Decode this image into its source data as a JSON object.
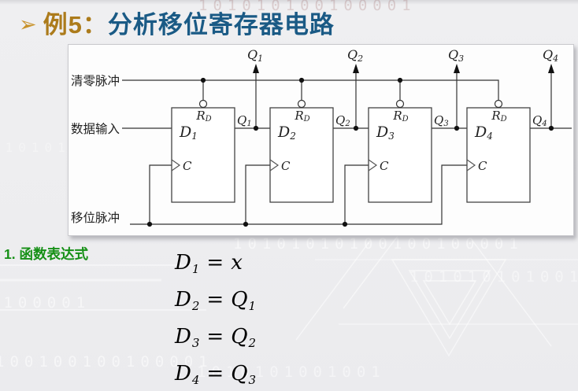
{
  "title": {
    "bullet": "➢",
    "example_label": "例5：",
    "heading": "分析移位寄存器电路"
  },
  "section": {
    "number_label": "1. 函数表达式"
  },
  "equations": [
    {
      "lhs": "D",
      "lhs_sub": "1",
      "eq": "=",
      "rhs": "x",
      "rhs_sub": ""
    },
    {
      "lhs": "D",
      "lhs_sub": "2",
      "eq": "=",
      "rhs": "Q",
      "rhs_sub": "1"
    },
    {
      "lhs": "D",
      "lhs_sub": "3",
      "eq": "=",
      "rhs": "Q",
      "rhs_sub": "2"
    },
    {
      "lhs": "D",
      "lhs_sub": "4",
      "eq": "=",
      "rhs": "Q",
      "rhs_sub": "3"
    }
  ],
  "circuit": {
    "clear_label": "清零脉冲",
    "data_label": "数据输入",
    "shift_label": "移位脉冲",
    "outputs": [
      {
        "base": "Q",
        "sub": "1"
      },
      {
        "base": "Q",
        "sub": "2"
      },
      {
        "base": "Q",
        "sub": "3"
      },
      {
        "base": "Q",
        "sub": "4"
      }
    ],
    "flipflops": [
      {
        "d_base": "D",
        "d_sub": "1",
        "r_base": "R",
        "r_sub": "D",
        "clock": "C",
        "q_base": "Q",
        "q_sub": "1"
      },
      {
        "d_base": "D",
        "d_sub": "2",
        "r_base": "R",
        "r_sub": "D",
        "clock": "C",
        "q_base": "Q",
        "q_sub": "2"
      },
      {
        "d_base": "D",
        "d_sub": "3",
        "r_base": "R",
        "r_sub": "D",
        "clock": "C",
        "q_base": "Q",
        "q_sub": "3"
      },
      {
        "d_base": "D",
        "d_sub": "4",
        "r_base": "R",
        "r_sub": "D",
        "clock": "C",
        "q_base": "Q",
        "q_sub": "4"
      }
    ]
  },
  "watermark": {
    "rows": [
      "101010100100001",
      "10101010100100100001",
      "101010101001",
      "0100001",
      "100100100100001",
      "1010101001001",
      "010101"
    ]
  },
  "colors": {
    "title_gold": "#AC7B1B",
    "title_blue": "#1A5A85",
    "section_green": "#169016",
    "wire": "#333333"
  }
}
